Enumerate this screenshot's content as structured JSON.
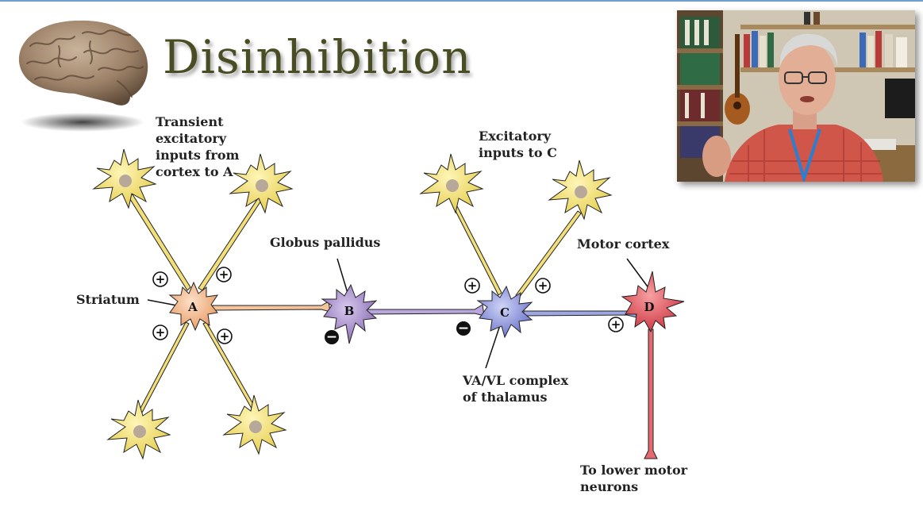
{
  "slide": {
    "title": "Disinhibition",
    "brain_icon": "brain-icon"
  },
  "labels": {
    "transient": [
      "Transient",
      "excitatory",
      "inputs from",
      "cortex to A"
    ],
    "excitatory_c": [
      "Excitatory",
      "inputs to C"
    ],
    "globus": "Globus pallidus",
    "motor_cortex": "Motor cortex",
    "striatum": "Striatum",
    "thalamus": [
      "VA/VL complex",
      "of thalamus"
    ],
    "lower_motor": [
      "To lower motor",
      "neurons"
    ]
  },
  "neurons": {
    "a": "A",
    "b": "B",
    "c": "C",
    "d": "D"
  },
  "signs": {
    "plus": "+",
    "minus": "−"
  },
  "colors": {
    "title": "#4a4d24",
    "excitatory_neuron": "#f3e27a",
    "striatum_neuron": "#f2b98a",
    "pallidus_neuron": "#a68cc8",
    "thalamus_neuron": "#8f98dd",
    "motor_neuron": "#e2525a",
    "accent_line": "#6f9fd0"
  },
  "webcam": {
    "description_icon": "presenter-video-icon"
  }
}
